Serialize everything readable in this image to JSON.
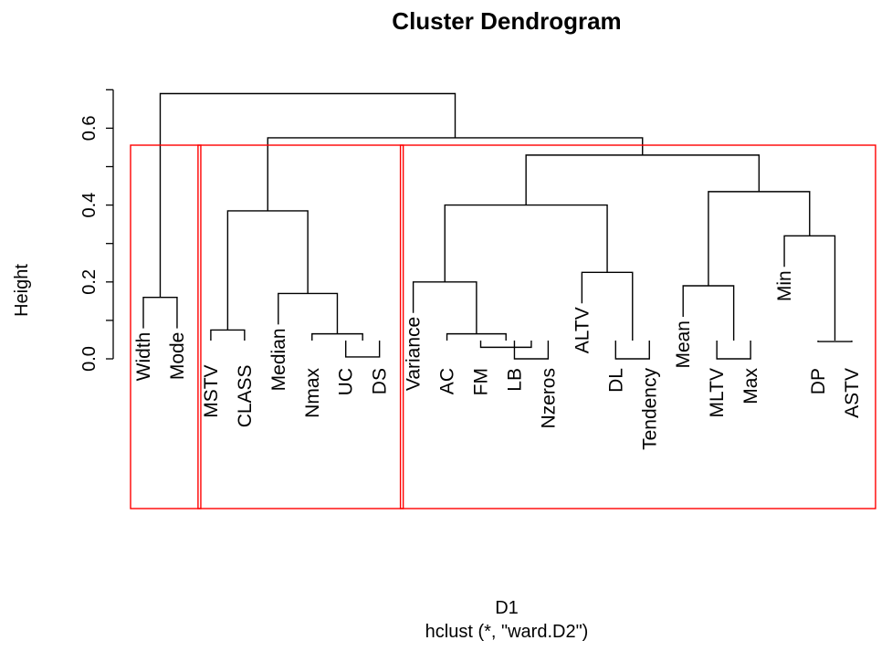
{
  "chart_data": {
    "type": "dendrogram",
    "title": "Cluster Dendrogram",
    "xlabel": "D1",
    "sub": "hclust (*, \"ward.D2\")",
    "ylabel": "Height",
    "ylim": [
      0,
      0.7
    ],
    "yticks": [
      0.0,
      0.2,
      0.4,
      0.6
    ],
    "ytick_labels": [
      "0.0",
      "0.2",
      "0.4",
      "0.6"
    ],
    "leaves": [
      "Width",
      "Mode",
      "MSTV",
      "CLASS",
      "Median",
      "Nmax",
      "UC",
      "DS",
      "Variance",
      "AC",
      "FM",
      "LB",
      "Nzeros",
      "ALTV",
      "DL",
      "Tendency",
      "Mean",
      "MLTV",
      "Max",
      "Min",
      "DP",
      "ASTV"
    ],
    "merges": [
      {
        "left": "Width",
        "right": "Mode",
        "height": 0.16
      },
      {
        "left": "MSTV",
        "right": "CLASS",
        "height": 0.075
      },
      {
        "left": "UC",
        "right": "DS",
        "height": 0.005
      },
      {
        "left": "Nmax",
        "right": [
          "UC",
          "DS"
        ],
        "height": 0.065
      },
      {
        "left": "Median",
        "right": [
          "Nmax",
          "UC",
          "DS"
        ],
        "height": 0.17
      },
      {
        "left": [
          "MSTV",
          "CLASS"
        ],
        "right": [
          "Median",
          "Nmax",
          "UC",
          "DS"
        ],
        "height": 0.385
      },
      {
        "left": "LB",
        "right": "Nzeros",
        "height": 0.0
      },
      {
        "left": "FM",
        "right": [
          "LB",
          "Nzeros"
        ],
        "height": 0.03
      },
      {
        "left": "AC",
        "right": [
          "FM",
          "LB",
          "Nzeros"
        ],
        "height": 0.065
      },
      {
        "left": "Variance",
        "right": [
          "AC",
          "FM",
          "LB",
          "Nzeros"
        ],
        "height": 0.2
      },
      {
        "left": "DL",
        "right": "Tendency",
        "height": 0.0
      },
      {
        "left": "ALTV",
        "right": [
          "DL",
          "Tendency"
        ],
        "height": 0.225
      },
      {
        "left": [
          "Variance",
          "AC",
          "FM",
          "LB",
          "Nzeros"
        ],
        "right": [
          "ALTV",
          "DL",
          "Tendency"
        ],
        "height": 0.4
      },
      {
        "left": "MLTV",
        "right": "Max",
        "height": 0.0
      },
      {
        "left": "Mean",
        "right": [
          "MLTV",
          "Max"
        ],
        "height": 0.19
      },
      {
        "left": "DP",
        "right": "ASTV",
        "height": 0.045
      },
      {
        "left": "Min",
        "right": [
          "DP",
          "ASTV"
        ],
        "height": 0.32
      },
      {
        "left": [
          "Mean",
          "MLTV",
          "Max"
        ],
        "right": [
          "Min",
          "DP",
          "ASTV"
        ],
        "height": 0.435
      },
      {
        "left": [
          "Variance",
          "AC",
          "FM",
          "LB",
          "Nzeros",
          "ALTV",
          "DL",
          "Tendency"
        ],
        "right": [
          "Mean",
          "MLTV",
          "Max",
          "Min",
          "DP",
          "ASTV"
        ],
        "height": 0.53
      },
      {
        "left": [
          "MSTV",
          "CLASS",
          "Median",
          "Nmax",
          "UC",
          "DS"
        ],
        "right": [
          "Variance",
          "AC",
          "FM",
          "LB",
          "Nzeros",
          "ALTV",
          "DL",
          "Tendency",
          "Mean",
          "MLTV",
          "Max",
          "Min",
          "DP",
          "ASTV"
        ],
        "height": 0.575
      },
      {
        "left": [
          "Width",
          "Mode"
        ],
        "right": [
          "MSTV",
          "CLASS",
          "Median",
          "Nmax",
          "UC",
          "DS",
          "Variance",
          "AC",
          "FM",
          "LB",
          "Nzeros",
          "ALTV",
          "DL",
          "Tendency",
          "Mean",
          "MLTV",
          "Max",
          "Min",
          "DP",
          "ASTV"
        ],
        "height": 0.69
      }
    ],
    "cluster_boxes": [
      {
        "leaves": [
          "Width",
          "Mode"
        ],
        "color": "#ff0000"
      },
      {
        "leaves": [
          "MSTV",
          "CLASS",
          "Median",
          "Nmax",
          "UC",
          "DS"
        ],
        "color": "#ff0000"
      },
      {
        "leaves": [
          "Variance",
          "AC",
          "FM",
          "LB",
          "Nzeros",
          "ALTV",
          "DL",
          "Tendency",
          "Mean",
          "MLTV",
          "Max",
          "Min",
          "DP",
          "ASTV"
        ],
        "color": "#ff0000"
      }
    ],
    "line_color": "#000000"
  }
}
